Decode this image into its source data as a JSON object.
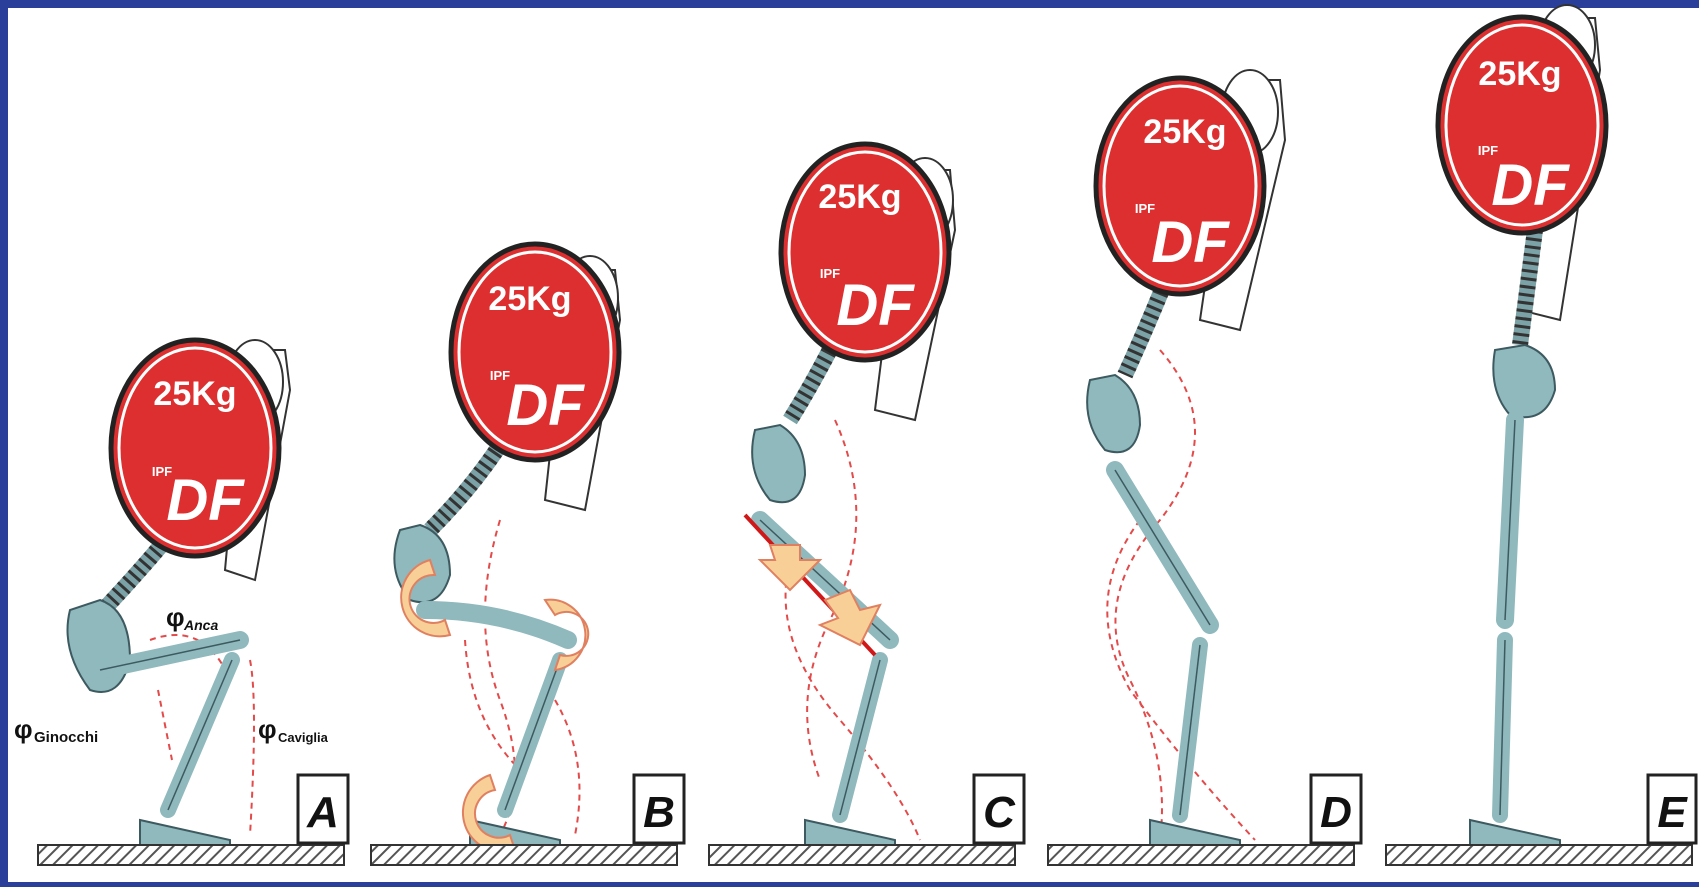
{
  "plate": {
    "weight": "25Kg",
    "brand_prefix": "IPF",
    "brand": "DF"
  },
  "angle_labels": {
    "trunk": "φ",
    "trunk_sub": "Anca",
    "knees": "φ",
    "knees_sub": "Ginocchi",
    "ankles": "φ",
    "ankles_sub": "Caviglia"
  },
  "phases": [
    {
      "label": "A",
      "show_angles": true
    },
    {
      "label": "B",
      "arrows": "rotation"
    },
    {
      "label": "C",
      "arrows": "compression"
    },
    {
      "label": "D"
    },
    {
      "label": "E"
    }
  ],
  "colors": {
    "frame": "#2a3f9a",
    "plate": "#dd2f2f",
    "bone": "#8fb9bd",
    "arrow": "#f7cf97",
    "guide": "#e34a4a"
  }
}
